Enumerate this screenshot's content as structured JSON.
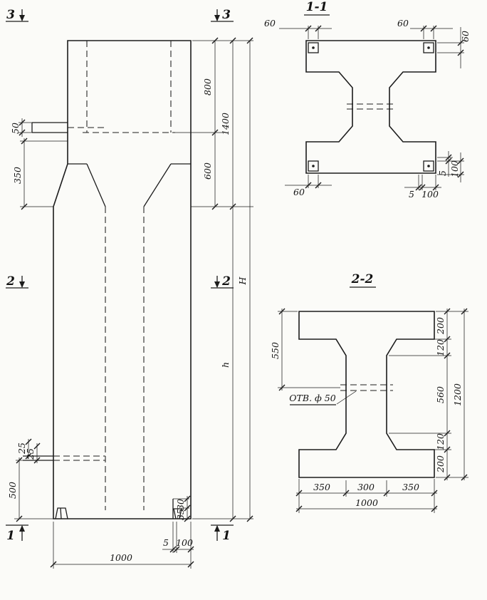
{
  "elevation": {
    "marks": {
      "top_left": "3",
      "top_right": "3",
      "middle_left": "2",
      "middle_right": "2",
      "bottom_left": "1",
      "bottom_right": "1"
    },
    "dims": {
      "d800": "800",
      "d1400": "1400",
      "d600": "600",
      "total_h": "Н",
      "lower_h": "h",
      "d50": "50",
      "d350": "350",
      "d25_a": "25",
      "d25_b": "25",
      "d500": "500",
      "d1000": "1000",
      "d5": "5",
      "d100": "100",
      "d30": "30",
      "d35": "35"
    }
  },
  "section_1_1": {
    "title": "1-1",
    "dims": {
      "d60_tl": "60",
      "d60_tr": "60",
      "d60_right": "60",
      "d60_bl": "60",
      "d5_bottom": "5",
      "d100_bottom": "100",
      "d5_side": "5",
      "d100_side": "100"
    }
  },
  "section_2_2": {
    "title": "2-2",
    "hole_label": "ОТВ. ф 50",
    "dims": {
      "d550": "550",
      "d200_top": "200",
      "d120_top": "120",
      "d560": "560",
      "d120_bottom": "120",
      "d200_bottom": "200",
      "d1200": "1200",
      "d350_left": "350",
      "d300": "300",
      "d350_right": "350",
      "d1000": "1000"
    }
  },
  "colors": {
    "ink": "#1c1c1c",
    "paper": "#fbfbf8"
  }
}
